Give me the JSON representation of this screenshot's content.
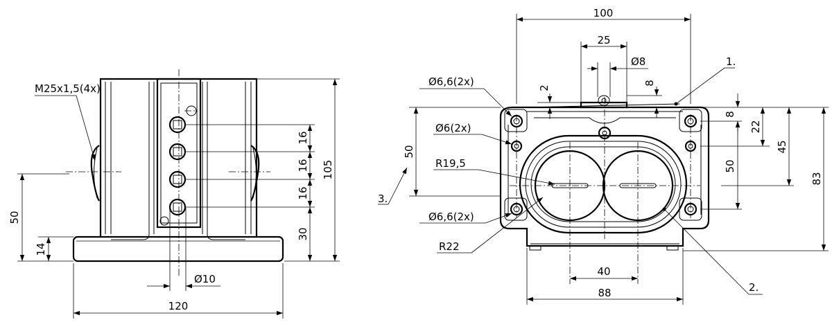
{
  "left_view": {
    "thread_note": "M25x1,5(4x)",
    "dims": {
      "height_total": "105",
      "pitch_1": "16",
      "pitch_2": "16",
      "pitch_3": "16",
      "base_to_hole": "30",
      "left_height": "50",
      "base_thickness": "14",
      "hole_dia": "Ø10",
      "width": "120"
    }
  },
  "right_view": {
    "dims": {
      "top_width": "100",
      "button_spacing": "25",
      "button_dia": "Ø8",
      "gap_2": "2",
      "gap_8_top": "8",
      "hole_top": "Ø6,6(2x)",
      "hole_mid": "Ø6(2x)",
      "radius_inner": "R19,5",
      "hole_bottom": "Ø6,6(2x)",
      "radius_outer": "R22",
      "vert_50_left": "50",
      "right_8": "8",
      "right_22": "22",
      "right_45": "45",
      "right_50": "50",
      "right_83": "83",
      "bottom_40": "40",
      "bottom_88": "88"
    },
    "callouts": {
      "c1": "1.",
      "c2": "2.",
      "c3": "3."
    }
  }
}
